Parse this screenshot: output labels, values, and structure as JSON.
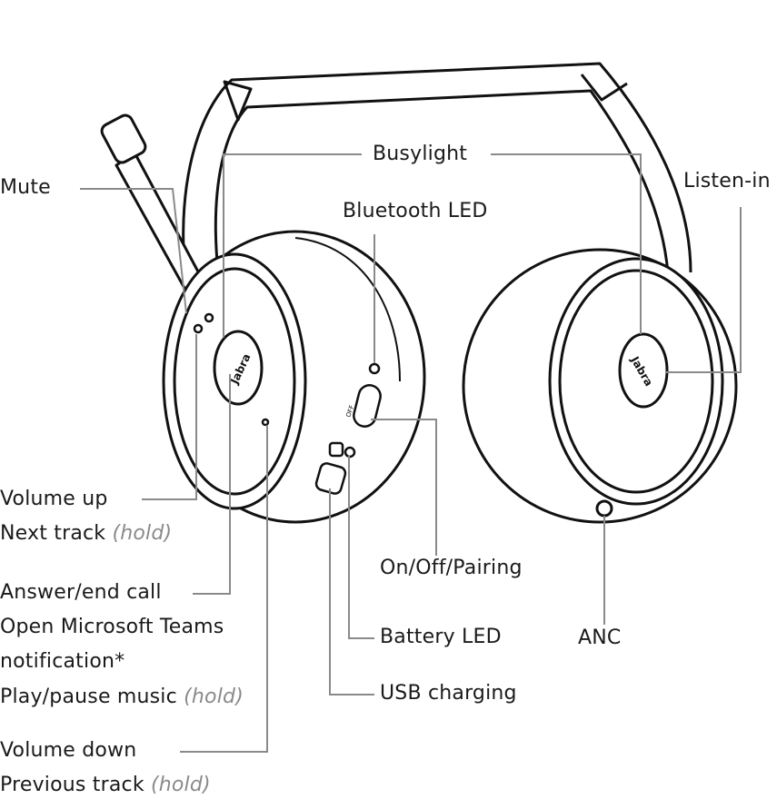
{
  "labels": {
    "mute": "Mute",
    "busylight": "Busylight",
    "listen_in": "Listen-in",
    "bluetooth_led": "Bluetooth LED",
    "volume_up": "Volume up",
    "next_track": "Next track",
    "answer_end_call": "Answer/end call",
    "open_teams": "Open Microsoft Teams",
    "notification": "notification*",
    "play_pause": "Play/pause music",
    "volume_down": "Volume down",
    "previous_track": "Previous track",
    "hold": "(hold)",
    "on_off_pairing": "On/Off/Pairing",
    "battery_led": "Battery LED",
    "usb_charging": "USB charging",
    "anc": "ANC"
  },
  "brand": {
    "logo_text": "Jabra",
    "switch_off_text": "OFF",
    "line_color": "#8a8a8a",
    "outline_color": "#111111"
  }
}
